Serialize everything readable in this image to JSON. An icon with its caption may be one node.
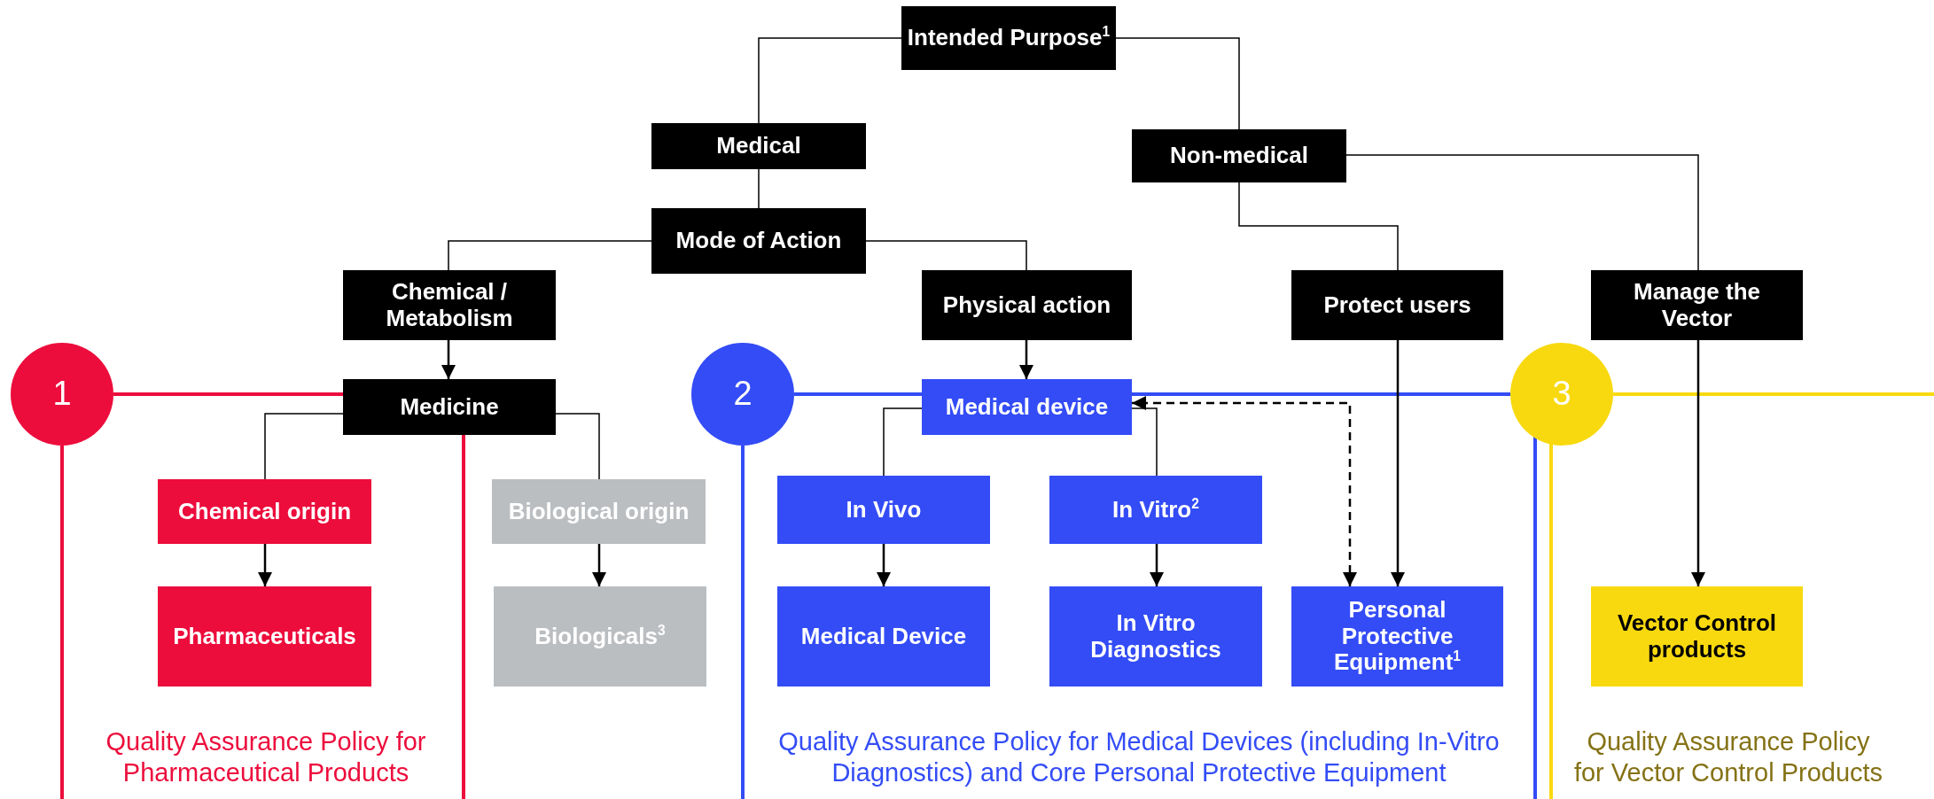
{
  "diagram": {
    "nodes": [
      {
        "text": [
          "Intended Purpose$^{1}$"
        ]
      },
      {
        "text": [
          "Medical"
        ]
      },
      {
        "text": [
          "Non-medical"
        ]
      },
      {
        "text": [
          "Mode of Action"
        ]
      },
      {
        "text": [
          "Chemical / Metabolism"
        ]
      },
      {
        "text": [
          "Physical action"
        ]
      },
      {
        "text": [
          "Protect users"
        ]
      },
      {
        "text": [
          "Manage the Vector"
        ]
      },
      {
        "text": [
          "Medicine"
        ]
      },
      {
        "text": [
          "Medical device"
        ]
      },
      {
        "text": [
          "Chemical origin"
        ]
      },
      {
        "text": [
          "Biological origin"
        ]
      },
      {
        "text": [
          "In Vivo"
        ]
      },
      {
        "text": [
          "In Vitro$^{2}$"
        ]
      },
      {
        "text": [
          "Pharmaceuticals"
        ]
      },
      {
        "text": [
          "Biologicals$^{3}$"
        ]
      },
      {
        "text": [
          "Medical Device"
        ]
      },
      {
        "text": [
          "In Vitro Diagnostics"
        ]
      },
      {
        "text": [
          "Personal Protective Equipment$^{1}$"
        ]
      },
      {
        "text": [
          "Vector Control products"
        ]
      },
      {
        "text": [
          "1"
        ]
      },
      {
        "text": [
          "2"
        ]
      },
      {
        "text": [
          "3"
        ]
      }
    ],
    "edges": [
      {
        "from": 0,
        "to": 1,
        "arrow": "none"
      },
      {
        "from": 0,
        "to": 2,
        "arrow": "none"
      },
      {
        "from": 1,
        "to": 3,
        "arrow": "none"
      },
      {
        "from": 3,
        "to": 4,
        "arrow": "none"
      },
      {
        "from": 3,
        "to": 5,
        "arrow": "none"
      },
      {
        "from": 2,
        "to": 6,
        "arrow": "none"
      },
      {
        "from": 2,
        "to": 7,
        "arrow": "none"
      },
      {
        "from": 4,
        "to": 8,
        "arrow": "to"
      },
      {
        "from": 5,
        "to": 9,
        "arrow": "to"
      },
      {
        "from": 8,
        "to": 10,
        "arrow": "none"
      },
      {
        "from": 8,
        "to": 11,
        "arrow": "none"
      },
      {
        "from": 9,
        "to": 12,
        "arrow": "none"
      },
      {
        "from": 9,
        "to": 13,
        "arrow": "none"
      },
      {
        "from": 10,
        "to": 14,
        "arrow": "to"
      },
      {
        "from": 11,
        "to": 15,
        "arrow": "to"
      },
      {
        "from": 12,
        "to": 16,
        "arrow": "to"
      },
      {
        "from": 13,
        "to": 17,
        "arrow": "to"
      },
      {
        "from": 6,
        "to": 18,
        "arrow": "to"
      },
      {
        "from": 7,
        "to": 19,
        "arrow": "to"
      },
      {
        "from": 18,
        "to": 9,
        "arrow": "both",
        "style": "dashed"
      }
    ],
    "labels": [
      "Quality Assurance Policy for Pharmaceutical Products",
      "Quality Assurance Policy for Medical Devices (including In-Vitro Diagnostics) and Core Personal Protective Equipment",
      "Quality Assurance Policy for Vector Control Products"
    ]
  }
}
